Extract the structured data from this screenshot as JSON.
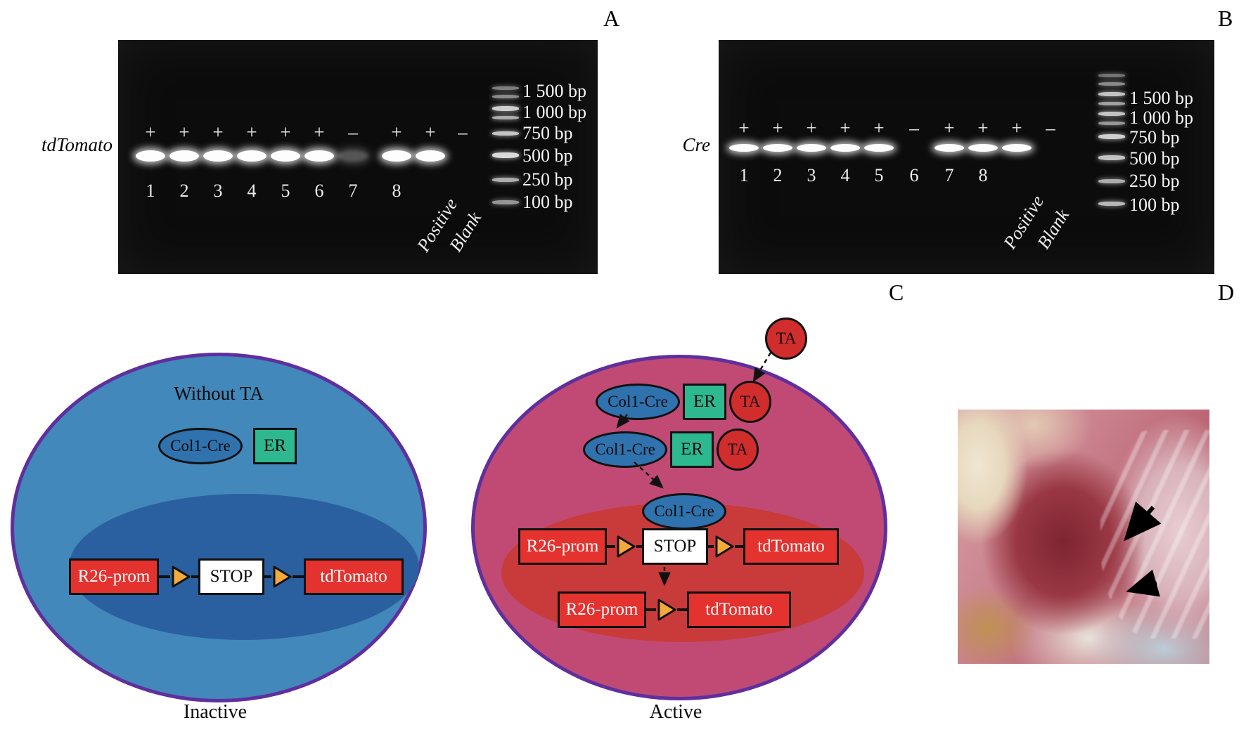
{
  "panel_a": {
    "letter": "A",
    "gene": "tdTomato",
    "lanes": [
      {
        "sign": "+",
        "label": "1",
        "band": "bright"
      },
      {
        "sign": "+",
        "label": "2",
        "band": "bright"
      },
      {
        "sign": "+",
        "label": "3",
        "band": "bright"
      },
      {
        "sign": "+",
        "label": "4",
        "band": "bright"
      },
      {
        "sign": "+",
        "label": "5",
        "band": "bright"
      },
      {
        "sign": "+",
        "label": "6",
        "band": "bright"
      },
      {
        "sign": "–",
        "label": "7",
        "band": "faint"
      },
      {
        "sign": "+",
        "label": "8",
        "band": "bright"
      },
      {
        "sign": "+",
        "label": "Positive",
        "band": "bright"
      },
      {
        "sign": "–",
        "label": "Blank",
        "band": ""
      }
    ],
    "ladder_labels": [
      "1 500 bp",
      "1 000 bp",
      "750 bp",
      "500 bp",
      "250 bp",
      "100 bp"
    ]
  },
  "panel_b": {
    "letter": "B",
    "gene": "Cre",
    "lanes": [
      {
        "sign": "+",
        "label": "1",
        "band": "bright"
      },
      {
        "sign": "+",
        "label": "2",
        "band": "bright"
      },
      {
        "sign": "+",
        "label": "3",
        "band": "bright"
      },
      {
        "sign": "+",
        "label": "4",
        "band": "bright"
      },
      {
        "sign": "+",
        "label": "5",
        "band": "bright"
      },
      {
        "sign": "–",
        "label": "6",
        "band": ""
      },
      {
        "sign": "+",
        "label": "7",
        "band": "bright"
      },
      {
        "sign": "+",
        "label": "8",
        "band": "bright"
      },
      {
        "sign": "+",
        "label": "Positive",
        "band": "bright"
      },
      {
        "sign": "–",
        "label": "Blank",
        "band": ""
      }
    ],
    "ladder_labels": [
      "1 500 bp",
      "1 000 bp",
      "750 bp",
      "500 bp",
      "250 bp",
      "100 bp"
    ]
  },
  "panel_c": {
    "letter": "C",
    "labels": {
      "col1_cre": "Col1-Cre",
      "er": "ER",
      "ta": "TA",
      "r26_prom": "R26-prom",
      "stop": "STOP",
      "tdtomato": "tdTomato"
    },
    "inactive": {
      "title": "Without TA",
      "caption": "Inactive"
    },
    "active": {
      "caption": "Active"
    },
    "colors": {
      "membrane": "#5f2f9e",
      "inactive_cell": "#4288ba",
      "inactive_nucleus": "#2a5fa0",
      "active_cell": "#c04a74",
      "active_nucleus": "#c93a3a",
      "cre_blue": "#2f72ae",
      "er_green": "#2db890",
      "ta_red": "#d02d2c",
      "gene_red": "#e4322f",
      "triangle_orange": "#f4a93b"
    }
  },
  "panel_d": {
    "letter": "D"
  }
}
